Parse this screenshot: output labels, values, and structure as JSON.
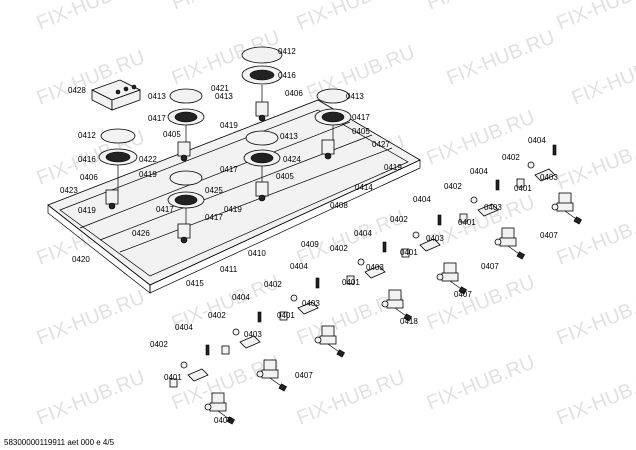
{
  "watermark": "FIX-HUB.RU",
  "footer": "58300000119911 aet 000 e 4/5",
  "labels": [
    "0412",
    "0416",
    "0406",
    "0413",
    "0421",
    "0413",
    "0428",
    "0413",
    "0417",
    "0419",
    "0405",
    "0417",
    "0412",
    "0405",
    "0413",
    "0427",
    "0416",
    "0422",
    "0424",
    "0406",
    "0419",
    "0417",
    "0405",
    "0404",
    "0419",
    "0425",
    "0414",
    "0402",
    "0423",
    "0417",
    "0408",
    "0404",
    "0401",
    "0403",
    "0419",
    "0417",
    "0419",
    "0404",
    "0402",
    "0403",
    "0426",
    "0402",
    "0401",
    "0407",
    "0404",
    "0420",
    "0410",
    "0403",
    "0411",
    "0409",
    "0402",
    "0401",
    "0403",
    "0407",
    "0415",
    "0404",
    "0404",
    "0402",
    "0401",
    "0407",
    "0402",
    "0403",
    "0418",
    "0404",
    "0401",
    "0402",
    "0403",
    "0407",
    "0401",
    "0407"
  ]
}
